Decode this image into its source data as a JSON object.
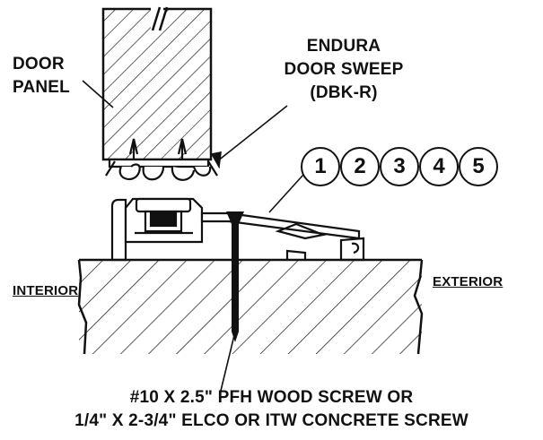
{
  "labels": {
    "door_panel_line1": "DOOR",
    "door_panel_line2": "PANEL",
    "sweep_line1": "ENDURA",
    "sweep_line2": "DOOR SWEEP",
    "sweep_line3": "(DBK-R)",
    "interior": "INTERIOR",
    "exterior": "EXTERIOR",
    "screw_line1": "#10 X 2.5\" PFH WOOD SCREW OR",
    "screw_line2": "1/4\" X 2-3/4\" ELCO OR ITW CONCRETE SCREW"
  },
  "callouts": [
    "1",
    "2",
    "3",
    "4",
    "5"
  ],
  "colors": {
    "ink": "#111111",
    "background": "#ffffff"
  }
}
